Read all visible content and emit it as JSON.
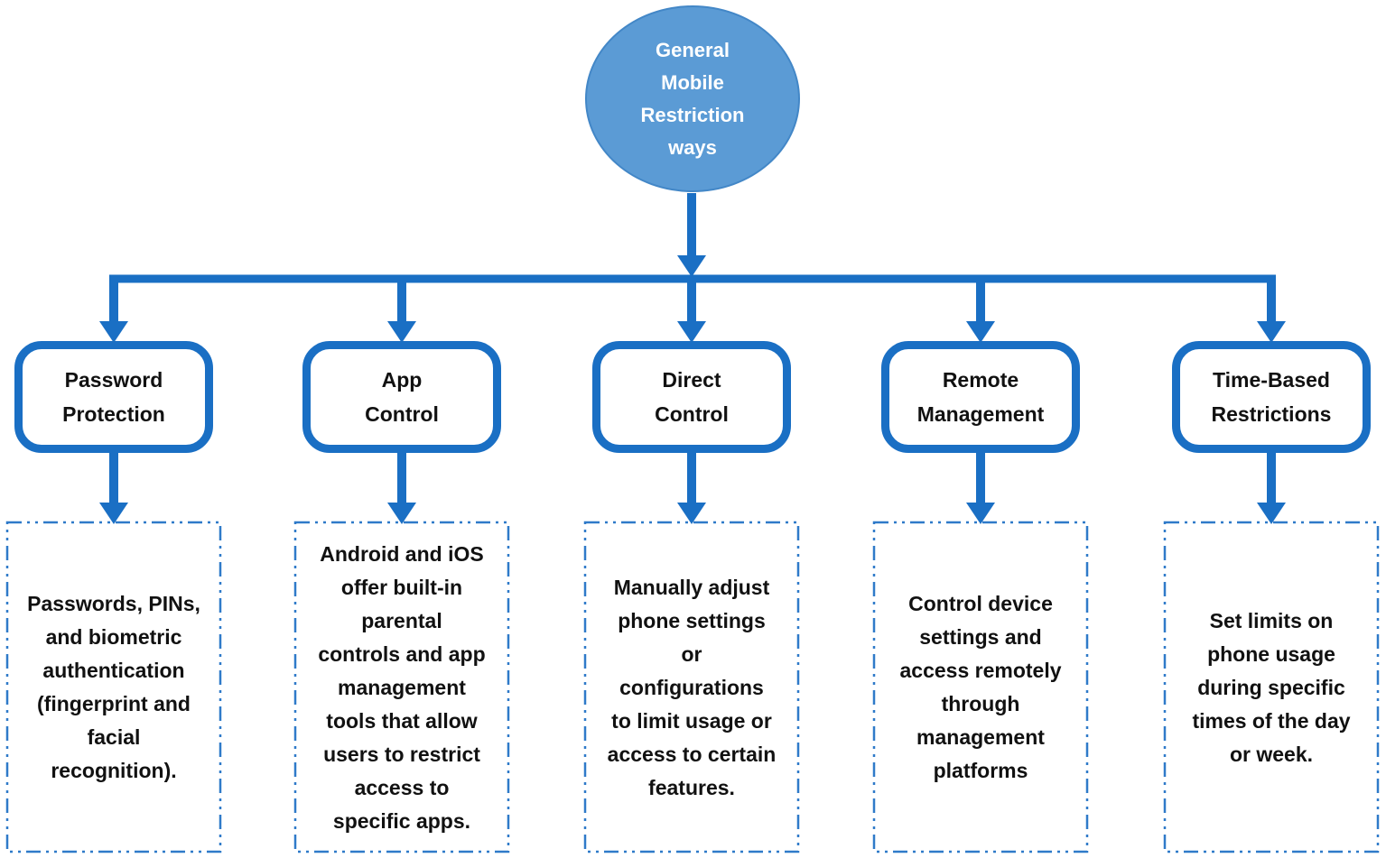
{
  "diagram": {
    "root": {
      "label": "General\nMobile\nRestriction\nways"
    },
    "branches": [
      {
        "title": "Password\nProtection",
        "description": "Passwords, PINs,\nand biometric\nauthentication\n(fingerprint and\nfacial\nrecognition)."
      },
      {
        "title": "App\nControl",
        "description": "Android and iOS\noffer built-in\nparental\ncontrols and app\nmanagement\ntools that allow\nusers to restrict\naccess to\nspecific apps."
      },
      {
        "title": "Direct\nControl",
        "description": "Manually adjust\nphone settings\nor\nconfigurations\nto limit usage or\naccess to certain\nfeatures."
      },
      {
        "title": "Remote\nManagement",
        "description": "Control device\nsettings and\naccess remotely\nthrough\nmanagement\nplatforms"
      },
      {
        "title": "Time-Based\nRestrictions",
        "description": "Set limits on\nphone usage\nduring specific\ntimes of the day\nor week."
      }
    ],
    "colors": {
      "node_fill": "#5b9bd5",
      "node_border": "#4387c7",
      "node_text": "#ffffff",
      "connector": "#1a6fc4",
      "dashed_border": "#2f7ac9",
      "text": "#111111",
      "background": "#ffffff"
    }
  }
}
